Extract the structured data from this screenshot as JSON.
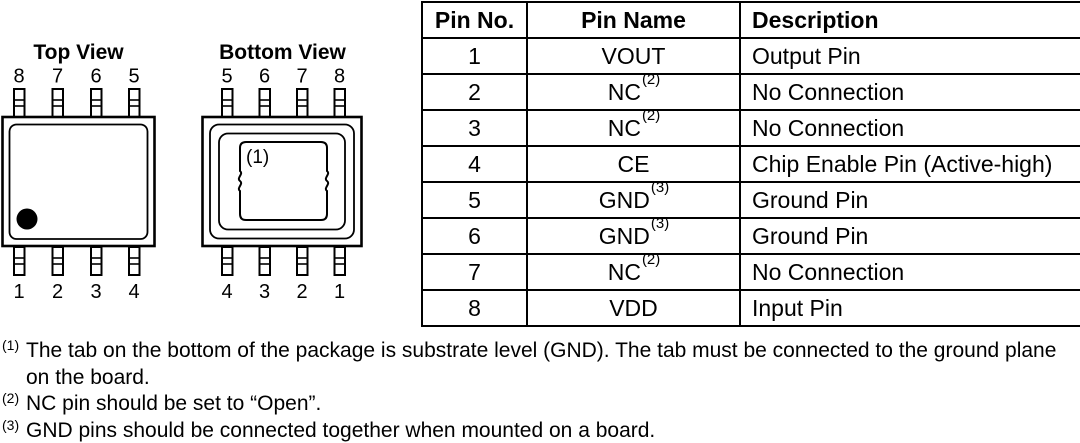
{
  "package_diagram": {
    "top_view": {
      "title": "Top View",
      "top_pins": [
        "8",
        "7",
        "6",
        "5"
      ],
      "bottom_pins": [
        "1",
        "2",
        "3",
        "4"
      ]
    },
    "bottom_view": {
      "title": "Bottom View",
      "top_pins": [
        "5",
        "6",
        "7",
        "8"
      ],
      "bottom_pins": [
        "4",
        "3",
        "2",
        "1"
      ],
      "tab_note_ref": "(1)"
    }
  },
  "pin_table": {
    "headers": [
      "Pin No.",
      "Pin Name",
      "Description"
    ],
    "rows": [
      {
        "no": "1",
        "name": "VOUT",
        "name_sup": "",
        "description": "Output Pin"
      },
      {
        "no": "2",
        "name": "NC",
        "name_sup": "(2)",
        "description": "No Connection"
      },
      {
        "no": "3",
        "name": "NC",
        "name_sup": "(2)",
        "description": "No Connection"
      },
      {
        "no": "4",
        "name": "CE",
        "name_sup": "",
        "description": "Chip Enable Pin (Active-high)"
      },
      {
        "no": "5",
        "name": "GND",
        "name_sup": "(3)",
        "description": "Ground Pin"
      },
      {
        "no": "6",
        "name": "GND",
        "name_sup": "(3)",
        "description": "Ground Pin"
      },
      {
        "no": "7",
        "name": "NC",
        "name_sup": "(2)",
        "description": "No Connection"
      },
      {
        "no": "8",
        "name": "VDD",
        "name_sup": "",
        "description": "Input Pin"
      }
    ]
  },
  "footnotes": [
    {
      "ref": "(1)",
      "text": "The tab on the bottom of the package is substrate level (GND). The tab must be connected to the ground plane on the board."
    },
    {
      "ref": "(2)",
      "text": "NC pin should be set to “Open”."
    },
    {
      "ref": "(3)",
      "text": "GND pins should be connected together when mounted on a board."
    }
  ],
  "colors": {
    "ink": "#000000",
    "paper": "#ffffff"
  }
}
